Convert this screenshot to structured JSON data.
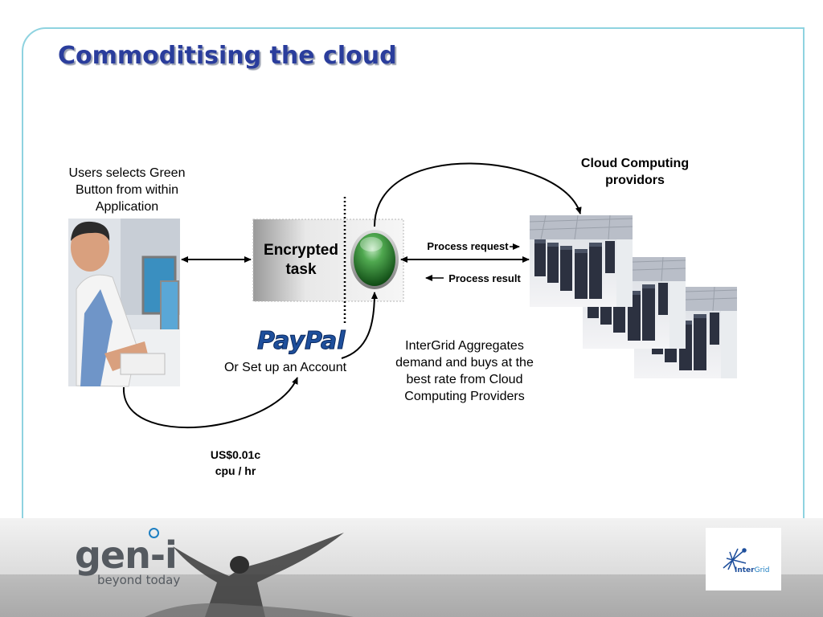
{
  "slide": {
    "title": "Commoditising the cloud",
    "user_caption": [
      "Users selects Green",
      "Button from within",
      "Application"
    ],
    "encrypted_task": [
      "Encrypted",
      "task"
    ],
    "paypal_logo": "PayPal",
    "paypal_caption": "Or Set up an Account",
    "process_request": "Process request",
    "process_result": "Process result",
    "cloud_caption": [
      "Cloud Computing",
      "providors"
    ],
    "aggregate_caption": [
      "InterGrid Aggregates",
      "demand and buys at the",
      "best rate from Cloud",
      "Computing Providers"
    ],
    "price": [
      "US$0.01c",
      "cpu / hr"
    ]
  },
  "footer": {
    "brand_logo": "gen-i",
    "brand_tagline": "beyond today",
    "partner_logo": [
      "Inter",
      "Grid"
    ]
  },
  "colors": {
    "title": "#2a3d9c",
    "frame": "#8fd3e0",
    "green_button": "#3f9a3f",
    "paypal_blue": "#1e4f9c"
  },
  "icons": [
    "doctor-photo",
    "green-button-icon",
    "paypal-logo",
    "server-room-photo",
    "gen-i-logo",
    "intergrid-logo"
  ]
}
